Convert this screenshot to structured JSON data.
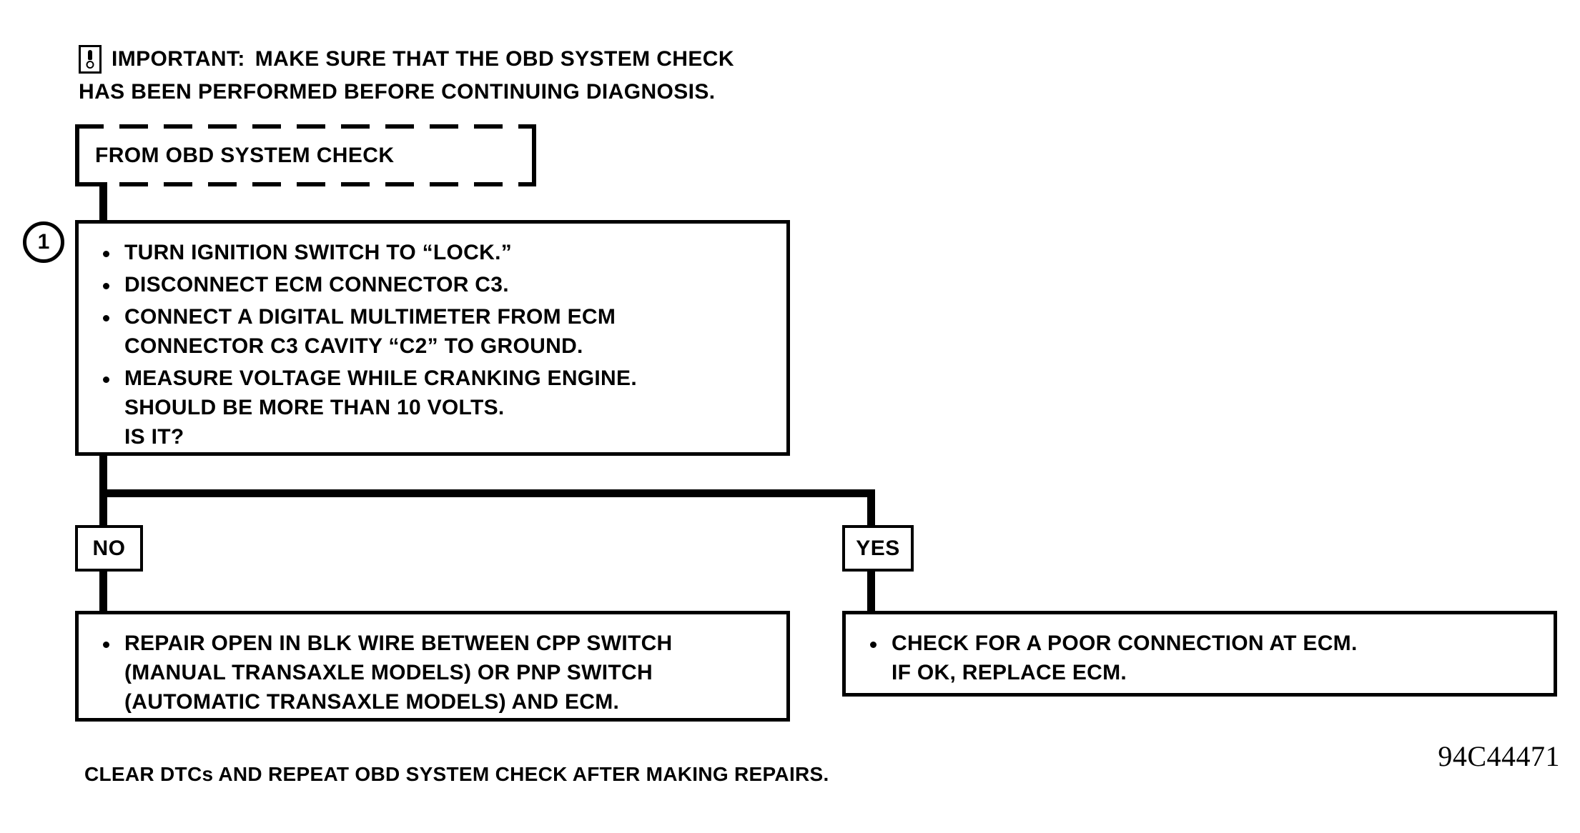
{
  "note": {
    "icon": "important-exclamation-icon",
    "label": "IMPORTANT:",
    "line1": "MAKE SURE THAT THE OBD SYSTEM CHECK",
    "line2": "HAS BEEN PERFORMED BEFORE CONTINUING DIAGNOSIS."
  },
  "entry": {
    "label": "FROM OBD SYSTEM CHECK"
  },
  "step1": {
    "marker": "1",
    "bullets": [
      {
        "lines": [
          "TURN IGNITION SWITCH TO “LOCK.”"
        ]
      },
      {
        "lines": [
          "DISCONNECT ECM CONNECTOR C3."
        ]
      },
      {
        "lines": [
          "CONNECT A DIGITAL MULTIMETER FROM ECM",
          "CONNECTOR C3 CAVITY “C2” TO GROUND."
        ]
      },
      {
        "lines": [
          "MEASURE VOLTAGE WHILE CRANKING ENGINE.",
          "SHOULD BE MORE THAN 10 VOLTS.",
          "IS IT?"
        ]
      }
    ]
  },
  "branches": {
    "no_label": "NO",
    "yes_label": "YES"
  },
  "results": {
    "no": {
      "lines": [
        "REPAIR OPEN IN BLK WIRE BETWEEN CPP SWITCH",
        "(MANUAL TRANSAXLE MODELS) OR PNP SWITCH",
        "(AUTOMATIC TRANSAXLE MODELS) AND ECM."
      ]
    },
    "yes": {
      "lines": [
        "CHECK FOR A POOR CONNECTION AT ECM.",
        "IF OK, REPLACE ECM."
      ]
    }
  },
  "footer": {
    "note": "CLEAR DTCs AND REPEAT OBD SYSTEM CHECK AFTER MAKING REPAIRS.",
    "reference": "94C44471"
  },
  "colors": {
    "ink": "#000000",
    "paper": "#ffffff"
  }
}
